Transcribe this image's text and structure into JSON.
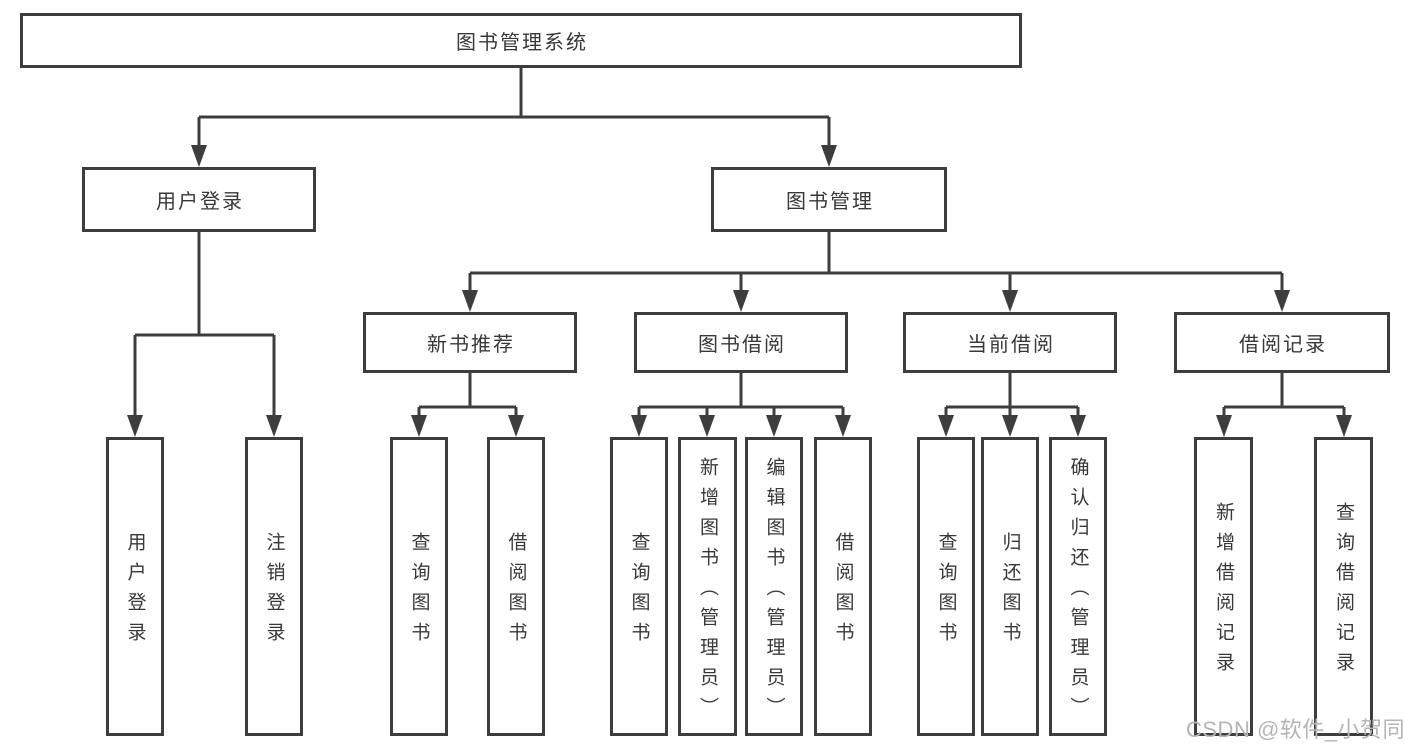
{
  "watermark": {
    "text": "CSDN @软件_小贺同学"
  },
  "colors": {
    "line": "#3d3d3d",
    "box_border": "#3d3d3d",
    "box_background": "#ffffff",
    "text": "#383838",
    "watermark": "#b5b5b5",
    "page_background": "#ffffff"
  },
  "tree": {
    "root": {
      "label": "图书管理系统"
    },
    "branches": [
      {
        "label": "用户登录",
        "children": [
          {
            "label": "用户登录"
          },
          {
            "label": "注销登录"
          }
        ]
      },
      {
        "label": "图书管理",
        "groups": [
          {
            "label": "新书推荐",
            "children": [
              {
                "label": "查询图书"
              },
              {
                "label": "借阅图书"
              }
            ]
          },
          {
            "label": "图书借阅",
            "children": [
              {
                "label": "查询图书"
              },
              {
                "label": "新增图书（管理员）"
              },
              {
                "label": "编辑图书（管理员）"
              },
              {
                "label": "借阅图书"
              }
            ]
          },
          {
            "label": "当前借阅",
            "children": [
              {
                "label": "查询图书"
              },
              {
                "label": "归还图书"
              },
              {
                "label": "确认归还（管理员）"
              }
            ]
          },
          {
            "label": "借阅记录",
            "children": [
              {
                "label": "新增借阅记录"
              },
              {
                "label": "查询借阅记录"
              }
            ]
          }
        ]
      }
    ]
  }
}
